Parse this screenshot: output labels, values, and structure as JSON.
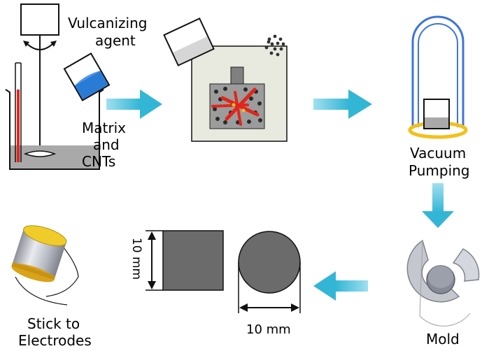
{
  "labels": {
    "vulcanizing_1": "Vulcanizing",
    "vulcanizing_2": "agent",
    "matrix_1": "Matrix",
    "matrix_2": "and",
    "matrix_3": "CNTs",
    "vacuum_1": "Vacuum",
    "vacuum_2": "Pumping",
    "mold": "Mold",
    "stick_1": "Stick to",
    "stick_2": "Electrodes",
    "dim_height": "10 mm",
    "dim_diameter": "10 mm"
  },
  "colors": {
    "arrow": "#3bbcd9",
    "liquid_blue": "#2a7bd6",
    "matrix_gray": "#a9a9a9",
    "red_rod": "#e0261c",
    "sample_gray": "#6b6b6b",
    "dome_blue": "#3d74d9",
    "ring_yellow": "#f2c11a",
    "mold_metal": "#b9bcc4",
    "mixer_panel": "#e8eadf"
  }
}
